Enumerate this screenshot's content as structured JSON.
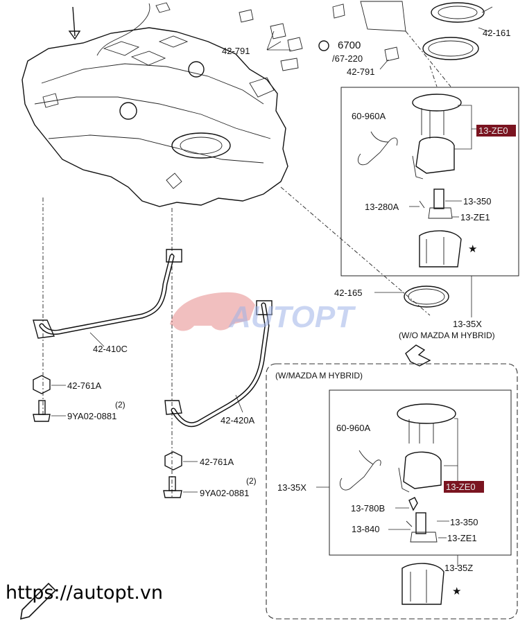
{
  "labels": {
    "p_42_791_a": "42-791",
    "p_6700": "6700",
    "p_67_220": "/67-220",
    "p_42_791_b": "42-791",
    "p_42_161": "42-161",
    "p_60_960a_top": "60-960A",
    "p_13_ze0_top": "13-ZE0",
    "p_13_280a": "13-280A",
    "p_13_350_top": "13-350",
    "p_13_ze1_top": "13-ZE1",
    "p_42_165": "42-165",
    "p_13_35x_top": "13-35X",
    "note_wo_hybrid": "(W/O MAZDA M HYBRID)",
    "p_42_410c": "42-410C",
    "p_42_761a_a": "42-761A",
    "qty_2_a": "(2)",
    "p_9ya02_a": "9YA02-0881",
    "p_42_420a": "42-420A",
    "p_42_761a_b": "42-761A",
    "qty_2_b": "(2)",
    "p_9ya02_b": "9YA02-0881",
    "note_w_hybrid": "(W/MAZDA M HYBRID)",
    "p_60_960a_bot": "60-960A",
    "p_13_35x_bot": "13-35X",
    "p_13_ze0_bot": "13-ZE0",
    "p_13_780b": "13-780B",
    "p_13_350_bot": "13-350",
    "p_13_840": "13-840",
    "p_13_ze1_bot": "13-ZE1",
    "p_13_35z": "13-35Z",
    "star_a": "★",
    "star_b": "★"
  },
  "watermark": {
    "brand": "AUTOPT",
    "url": "https://autopt.vn"
  },
  "colors": {
    "highlight": "#7a1420",
    "watermark_blue": "#9fb3e8",
    "watermark_red": "#e07070"
  }
}
